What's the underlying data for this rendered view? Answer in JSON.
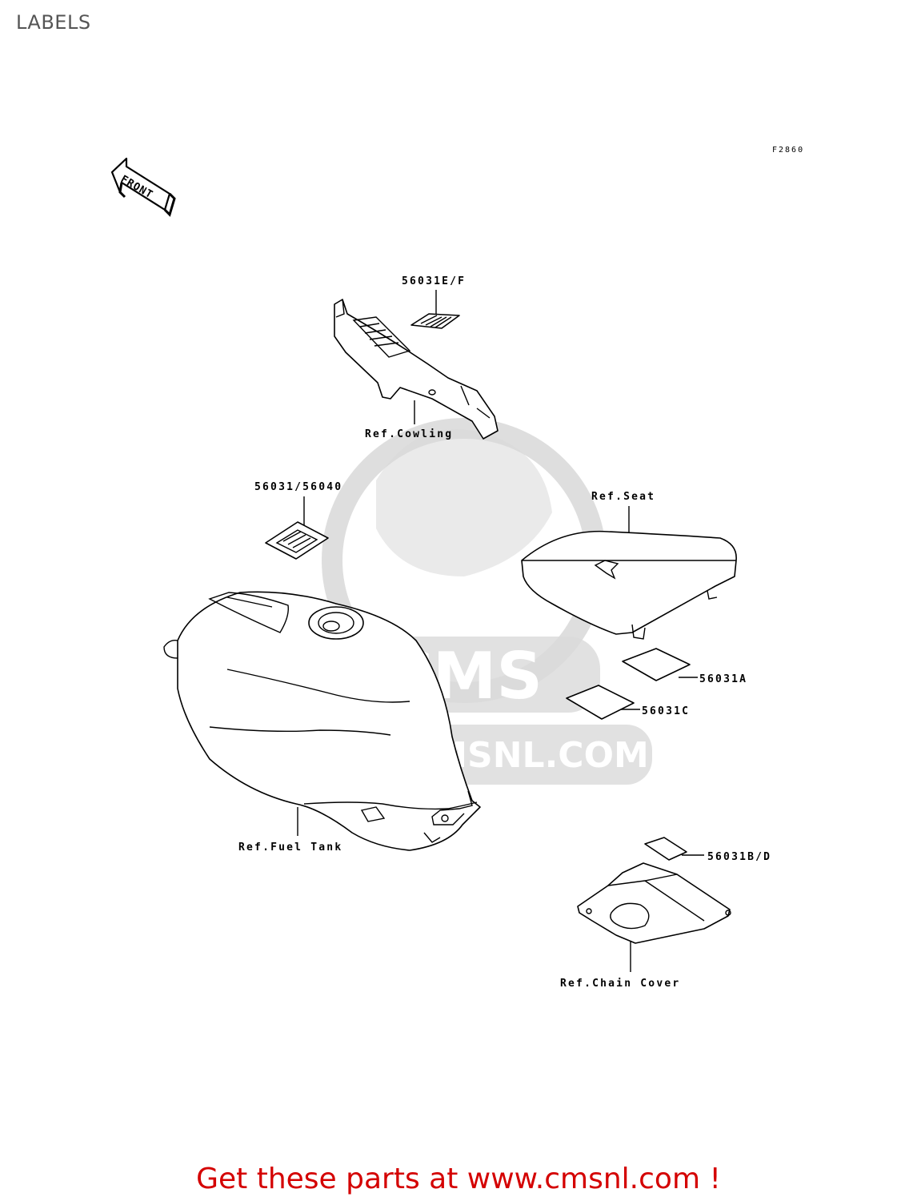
{
  "page": {
    "title": "LABELS"
  },
  "diagram": {
    "figure_code": "F2860",
    "front_arrow": "FRONT",
    "watermark": {
      "brand": "CMS",
      "url": "WWW.CMSNL.COM"
    },
    "callouts": {
      "p56031ef": "56031E/F",
      "p56031_56040": "56031/56040",
      "p56031a": "56031A",
      "p56031c": "56031C",
      "p56031bd": "56031B/D"
    },
    "references": {
      "cowling": "Ref.Cowling",
      "seat": "Ref.Seat",
      "fuel_tank": "Ref.Fuel Tank",
      "chain_cover": "Ref.Chain Cover"
    }
  },
  "footer": {
    "text": "Get these parts at www.cmsnl.com !"
  },
  "colors": {
    "footer": "#d40000",
    "title": "#555555",
    "watermark": "#d9d9d9"
  }
}
